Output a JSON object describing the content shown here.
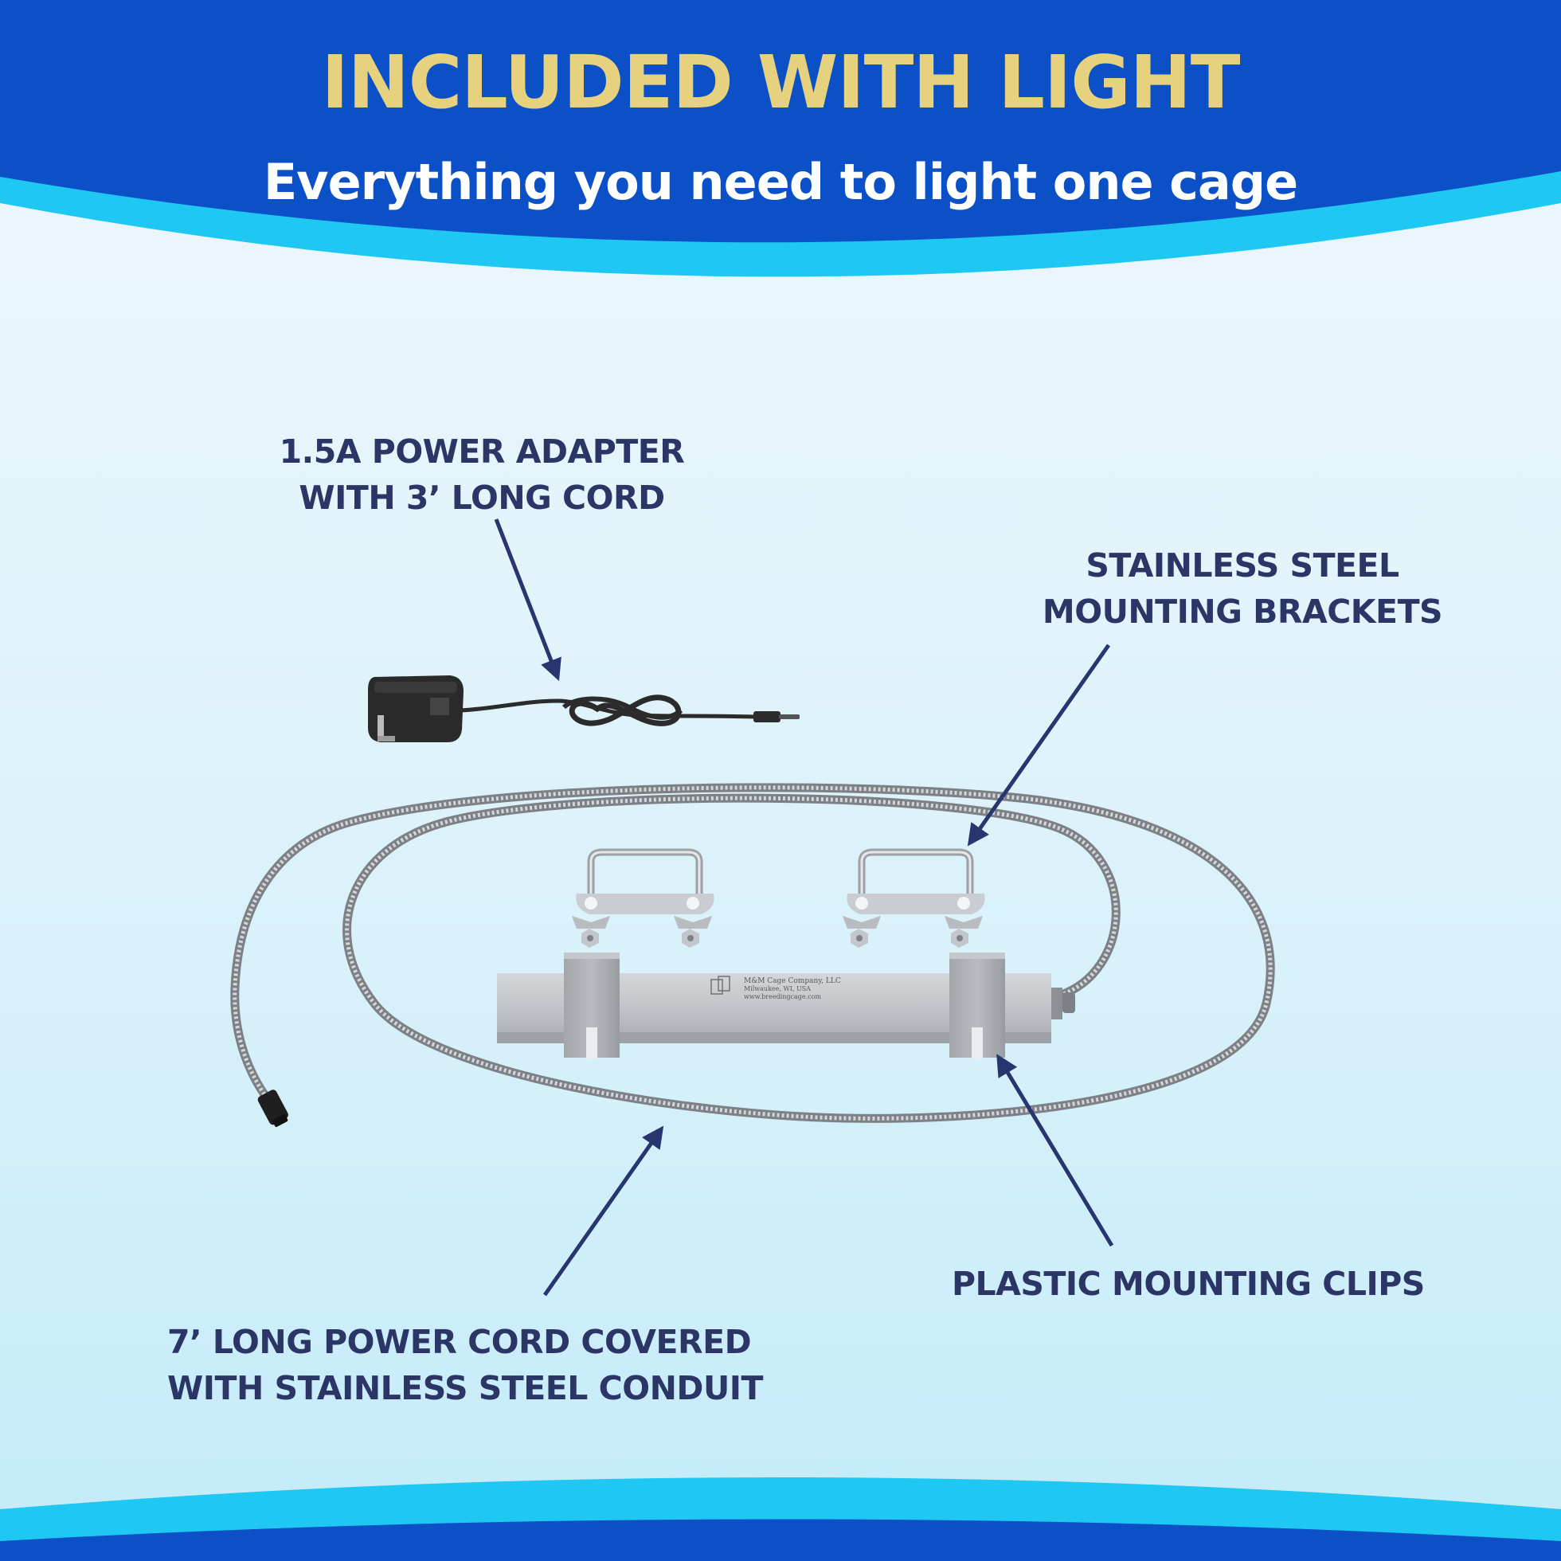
{
  "header": {
    "title": "INCLUDED WITH LIGHT",
    "subtitle": "Everything you need to light one cage"
  },
  "callouts": {
    "adapter": {
      "line1": "1.5A POWER ADAPTER",
      "line2": "WITH 3’ LONG CORD"
    },
    "brackets": {
      "line1": "STAINLESS STEEL",
      "line2": "MOUNTING BRACKETS"
    },
    "clips": {
      "line1": "PLASTIC MOUNTING CLIPS"
    },
    "cord": {
      "line1": "7’ LONG POWER CORD COVERED",
      "line2": "WITH STAINLESS STEEL CONDUIT"
    }
  },
  "product": {
    "brand_line1": "M&M Cage Company, LLC",
    "brand_line2": "Milwaukee, WI, USA",
    "brand_line3": "www.breedingcage.com"
  },
  "colors": {
    "header_blue": "#0b50c6",
    "wave_cyan": "#1ec8f3",
    "title_gold": "#e6d27e",
    "label_navy": "#2b3566",
    "arrow_navy": "#27366e"
  }
}
